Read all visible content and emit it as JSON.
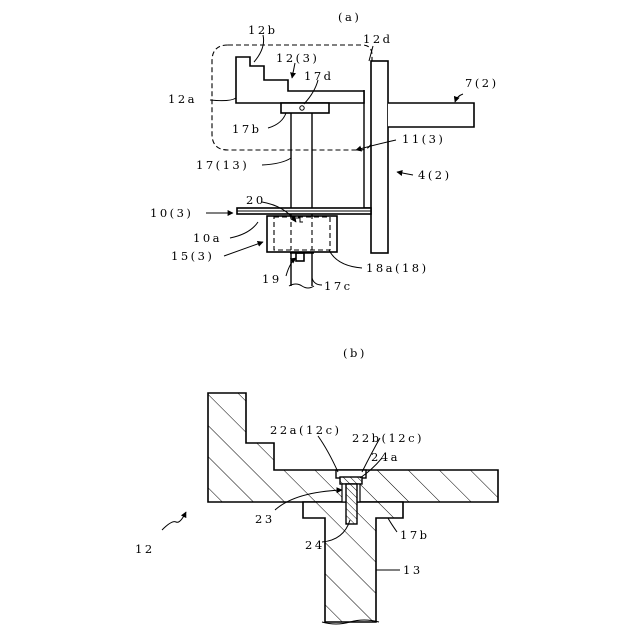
{
  "panel_a": {
    "caption": "(a)",
    "labels": {
      "l12b": "12b",
      "l12": "12(3)",
      "l12d": "12d",
      "l17d": "17d",
      "l7": "7(2)",
      "l12a": "12a",
      "l17b": "17b",
      "l11": "11(3)",
      "l17": "17(13)",
      "l4": "4(2)",
      "l20": "20",
      "l10": "10(3)",
      "l10a": "10a",
      "l15": "15(3)",
      "l18a": "18a(18)",
      "l19": "19",
      "l17c": "17c"
    }
  },
  "panel_b": {
    "caption": "(b)",
    "labels": {
      "l22a": "22a(12c)",
      "l22b": "22b(12c)",
      "l24a": "24a",
      "l23": "23",
      "l17b": "17b",
      "l24": "24",
      "l12": "12",
      "l13": "13"
    }
  }
}
